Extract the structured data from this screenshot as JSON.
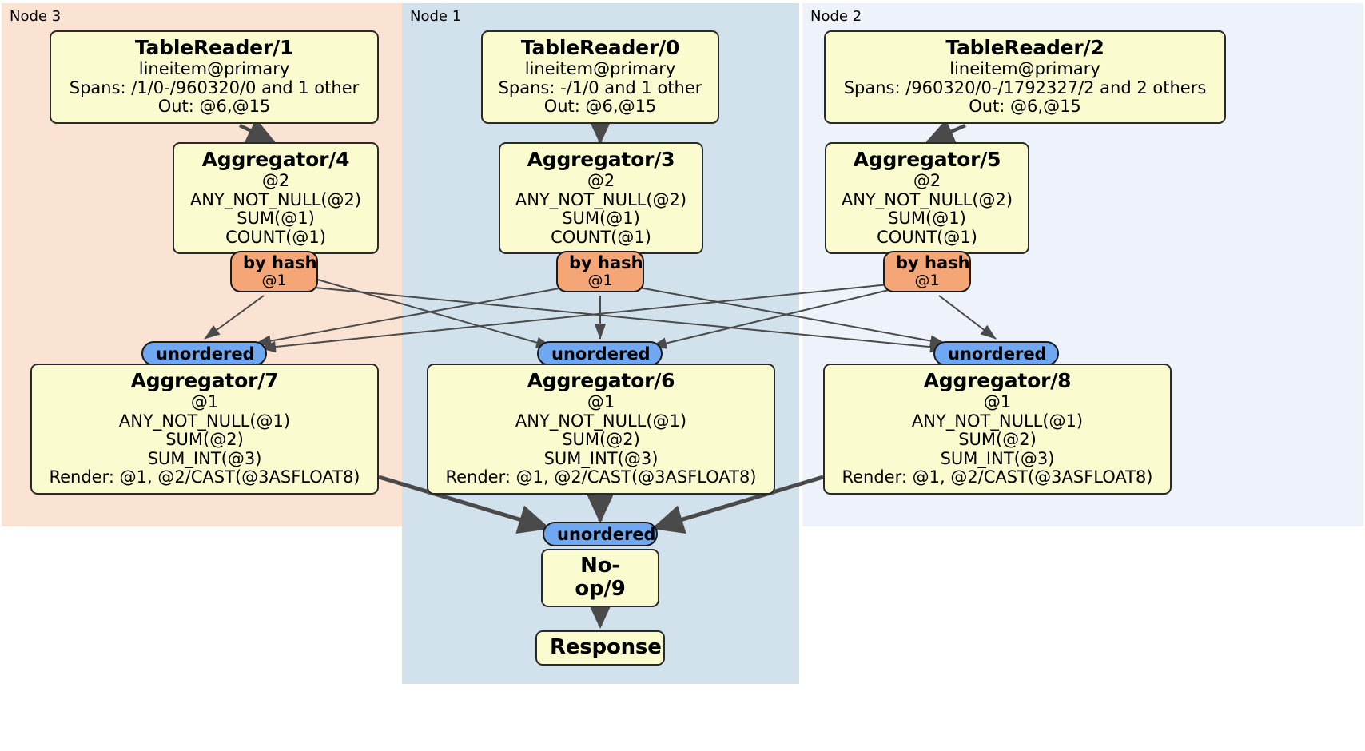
{
  "diagram": {
    "type": "distributed-query-plan",
    "title": "DistSQL physical plan",
    "colors": {
      "node3_panel": "#fbe3d3",
      "node1_panel": "#d2e2ec",
      "node2_panel": "#edf2fb",
      "processor_box": "#fbfbd0",
      "hash_router": "#f5a676",
      "unordered_router": "#6fa8f0",
      "edge": "#4a4a4a",
      "thin_edge": "#4a4a4a",
      "border": "#2a2a2a"
    }
  },
  "panels": [
    {
      "id": "node3",
      "label": "Node 3"
    },
    {
      "id": "node1",
      "label": "Node 1"
    },
    {
      "id": "node2",
      "label": "Node 2"
    }
  ],
  "processors": {
    "tablereader1": {
      "title": "TableReader/1",
      "lines": [
        "lineitem@primary",
        "Spans: /1/0-/960320/0 and 1 other",
        "Out: @6,@15"
      ]
    },
    "tablereader0": {
      "title": "TableReader/0",
      "lines": [
        "lineitem@primary",
        "Spans: -/1/0 and 1 other",
        "Out: @6,@15"
      ]
    },
    "tablereader2": {
      "title": "TableReader/2",
      "lines": [
        "lineitem@primary",
        "Spans: /960320/0-/1792327/2 and 2 others",
        "Out: @6,@15"
      ]
    },
    "aggregator4": {
      "title": "Aggregator/4",
      "lines": [
        "@2",
        "ANY_NOT_NULL(@2)",
        "SUM(@1)",
        "COUNT(@1)"
      ]
    },
    "aggregator3": {
      "title": "Aggregator/3",
      "lines": [
        "@2",
        "ANY_NOT_NULL(@2)",
        "SUM(@1)",
        "COUNT(@1)"
      ]
    },
    "aggregator5": {
      "title": "Aggregator/5",
      "lines": [
        "@2",
        "ANY_NOT_NULL(@2)",
        "SUM(@1)",
        "COUNT(@1)"
      ]
    },
    "aggregator7": {
      "title": "Aggregator/7",
      "lines": [
        "@1",
        "ANY_NOT_NULL(@1)",
        "SUM(@2)",
        "SUM_INT(@3)",
        "Render: @1, @2/CAST(@3ASFLOAT8)"
      ]
    },
    "aggregator6": {
      "title": "Aggregator/6",
      "lines": [
        "@1",
        "ANY_NOT_NULL(@1)",
        "SUM(@2)",
        "SUM_INT(@3)",
        "Render: @1, @2/CAST(@3ASFLOAT8)"
      ]
    },
    "aggregator8": {
      "title": "Aggregator/8",
      "lines": [
        "@1",
        "ANY_NOT_NULL(@1)",
        "SUM(@2)",
        "SUM_INT(@3)",
        "Render: @1, @2/CAST(@3ASFLOAT8)"
      ]
    },
    "noop9": {
      "title": "No-op/9",
      "lines": []
    },
    "response": {
      "title": "Response",
      "lines": []
    }
  },
  "routers": {
    "hash4": {
      "title": "by hash",
      "sub": "@1"
    },
    "hash3": {
      "title": "by hash",
      "sub": "@1"
    },
    "hash5": {
      "title": "by hash",
      "sub": "@1"
    },
    "unordered7": {
      "label": "unordered"
    },
    "unordered6": {
      "label": "unordered"
    },
    "unordered8": {
      "label": "unordered"
    },
    "unordered9": {
      "label": "unordered"
    }
  }
}
